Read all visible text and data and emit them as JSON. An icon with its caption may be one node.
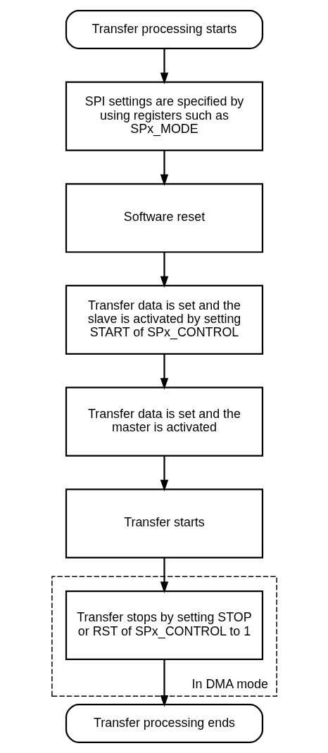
{
  "diagram": {
    "nodes": [
      {
        "text": [
          "Transfer processing starts"
        ]
      },
      {
        "text": [
          "SPI settings are specified by using registers such as SPx_MODE"
        ]
      },
      {
        "text": [
          "Software reset"
        ]
      },
      {
        "text": [
          "Transfer data is set and the slave is activated by setting START of SPx_CONTROL"
        ]
      },
      {
        "text": [
          "Transfer data is set and the master is activated"
        ]
      },
      {
        "text": [
          "Transfer starts"
        ]
      },
      {
        "text": [
          "In DMA mode"
        ]
      },
      {
        "text": [
          "Transfer stops by setting STOP or RST of SPx_CONTROL to 1"
        ],
        "in": 6
      },
      {
        "text": [
          "Transfer processing ends"
        ]
      }
    ],
    "edges": [
      {
        "from": 0,
        "to": 1,
        "arrow": "to"
      },
      {
        "from": 1,
        "to": 2,
        "arrow": "to"
      },
      {
        "from": 2,
        "to": 3,
        "arrow": "to"
      },
      {
        "from": 3,
        "to": 4,
        "arrow": "to"
      },
      {
        "from": 4,
        "to": 5,
        "arrow": "to"
      },
      {
        "from": 5,
        "to": 7,
        "arrow": "to"
      },
      {
        "from": 7,
        "to": 8,
        "arrow": "to"
      }
    ]
  }
}
